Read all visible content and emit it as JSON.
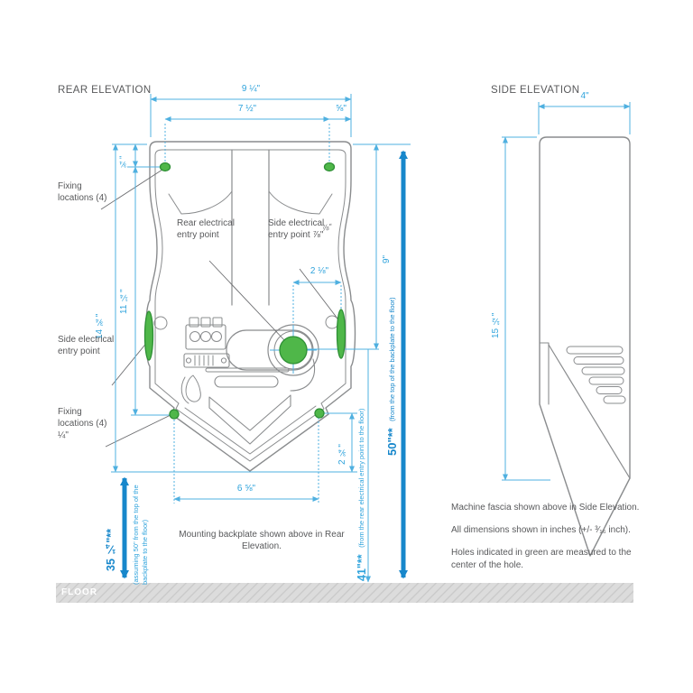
{
  "titles": {
    "rear": "REAR ELEVATION",
    "side": "SIDE ELEVATION"
  },
  "colors": {
    "dim_blue": "#2FA3DC",
    "thick_blue": "#1787CB",
    "outline_gray": "#8A8C8E",
    "label_gray": "#58595B",
    "hole_green": "#4FB749",
    "floor_gray": "#DCDCDC"
  },
  "rear": {
    "dims": {
      "overall_width": "9 ¼\"",
      "hole_span": "7 ½\"",
      "edge_to_hole": "⅝\"",
      "top_to_hole": "¾\"",
      "overall_height": "14 ¾\"",
      "hole_height": "11 ¼\"",
      "top_to_entry": "9\"",
      "entry_to_edge": "2 ⅛\"",
      "edge_mark": "⅞\"",
      "bottom_hole_offset": "2 ¾\"",
      "bottom_hole_span": "6 ⅝\"",
      "mount_height": "35 ¼\"**",
      "mount_height_note": "(assuming 50\" from the top of the backplate to the floor)",
      "entry_to_floor": "41\"**",
      "entry_to_floor_note": " (from the rear electrical entry point to the floor)",
      "top_to_floor": "50\"**",
      "top_to_floor_note": " (from the top of the backplate to the floor)"
    },
    "labels": {
      "fixing_top": "Fixing locations (4)",
      "side_entry_left": "Side electrical entry point",
      "rear_entry": "Rear electrical entry point",
      "side_entry_right": "Side electrical entry point ⅞\"",
      "fixing_bottom": "Fixing locations (4) ¼\"",
      "caption": "Mounting backplate shown above in Rear Elevation."
    }
  },
  "side": {
    "dims": {
      "width": "4\"",
      "height": "15 ½\""
    }
  },
  "notes": [
    "Machine fascia shown above in Side Elevation.",
    "All dimensions shown in inches (+/- ³⁄₁₆ inch).",
    "Holes indicated in green are measured to the center of the hole."
  ],
  "floor_label": "FLOOR"
}
